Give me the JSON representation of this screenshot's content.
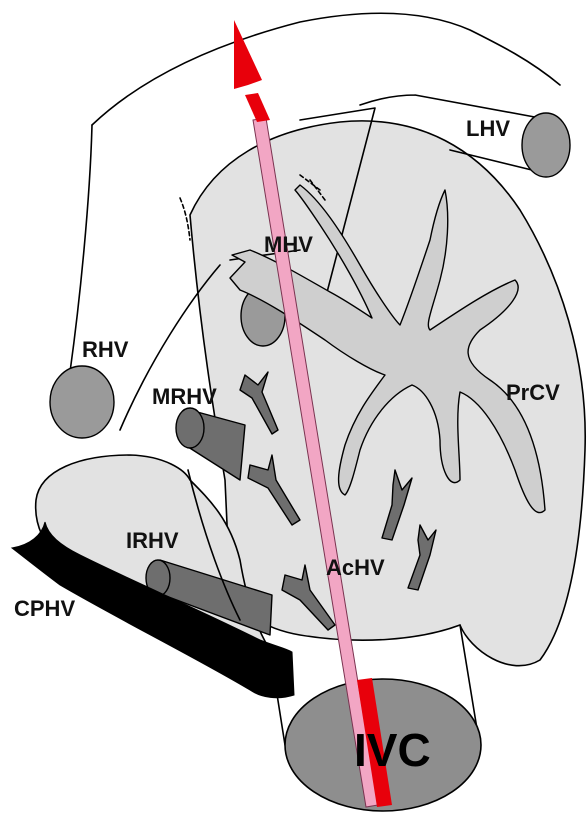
{
  "labels": {
    "lhv": "LHV",
    "mhv": "MHV",
    "rhv": "RHV",
    "mrhv": "MRHV",
    "prcv": "PrCV",
    "irhv": "IRHV",
    "achv": "AcHV",
    "cphv": "CPHV",
    "ivc": "IVC"
  },
  "colors": {
    "lobe_fill": "#e2e2e2",
    "arrow": "#e8000b",
    "arrow_trail": "#f2a6c4",
    "vessel_dark": "#6e6e6e",
    "caudate_vein": "#000000"
  }
}
